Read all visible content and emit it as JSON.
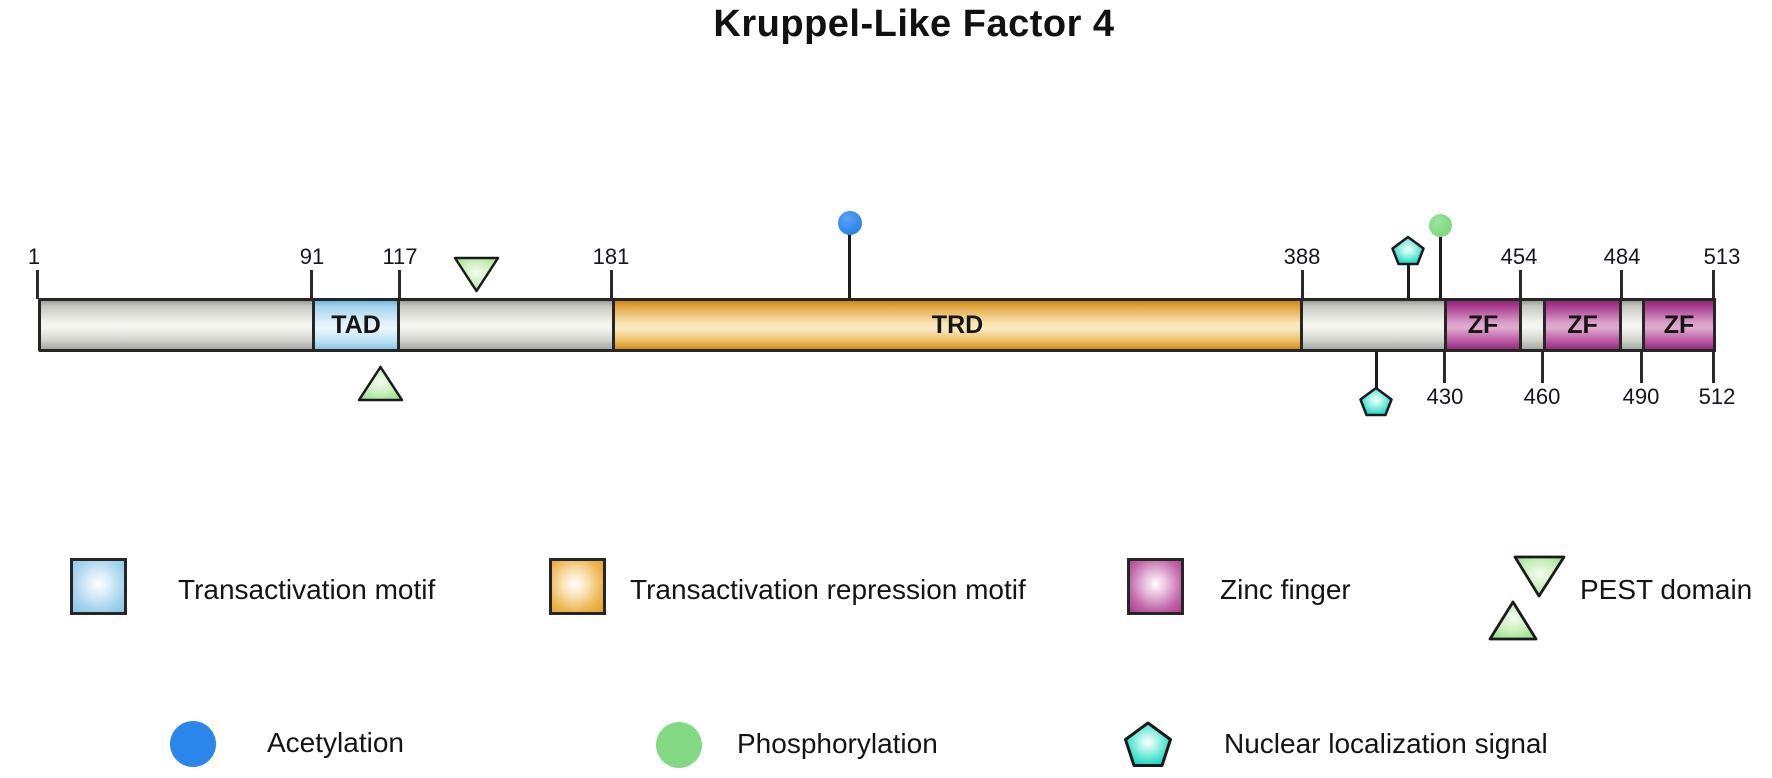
{
  "title": "Kruppel-Like Factor 4",
  "protein_bar": {
    "ticks_top": [
      "1",
      "91",
      "117",
      "181",
      "388",
      "454",
      "484",
      "513"
    ],
    "ticks_bottom": [
      "430",
      "460",
      "490",
      "512"
    ],
    "domains": [
      {
        "label": "TAD",
        "name": "Transactivation motif",
        "start": 91,
        "end": 117
      },
      {
        "label": "TRD",
        "name": "Transactivation repression motif",
        "start": 181,
        "end": 388
      },
      {
        "label": "ZF",
        "name": "Zinc finger",
        "start": 430,
        "end": 454
      },
      {
        "label": "ZF",
        "name": "Zinc finger",
        "start": 460,
        "end": 484
      },
      {
        "label": "ZF",
        "name": "Zinc finger",
        "start": 490,
        "end": 512
      }
    ],
    "markers": [
      {
        "type": "Acetylation",
        "shape": "circle",
        "color": "#2e87ea",
        "placement": "above bar within TRD"
      },
      {
        "type": "Phosphorylation",
        "shape": "circle",
        "color": "#84da84",
        "placement": "above bar at 430"
      },
      {
        "type": "Nuclear localization signal",
        "shape": "pentagon",
        "color": "#3adcc8",
        "placement": "above bar between 388 and 430"
      },
      {
        "type": "Nuclear localization signal",
        "shape": "pentagon",
        "color": "#3adcc8",
        "placement": "below bar between 388 and 430"
      },
      {
        "type": "PEST domain",
        "shape": "triangle-down",
        "color": "#b6e9a8",
        "placement": "above bar between 117 and 181"
      },
      {
        "type": "PEST domain",
        "shape": "triangle-up",
        "color": "#b6e9a8",
        "placement": "below bar near 117"
      }
    ]
  },
  "legend": {
    "row1": [
      {
        "swatch": "light-blue-square",
        "label": "Transactivation motif"
      },
      {
        "swatch": "orange-square",
        "label": "Transactivation repression motif"
      },
      {
        "swatch": "purple-square",
        "label": "Zinc finger"
      },
      {
        "swatch": "green-triangles",
        "label": "PEST domain"
      }
    ],
    "row2": [
      {
        "swatch": "blue-circle",
        "label": "Acetylation"
      },
      {
        "swatch": "green-circle",
        "label": "Phosphorylation"
      },
      {
        "swatch": "cyan-pentagon",
        "label": "Nuclear localization signal"
      }
    ]
  },
  "colors": {
    "tad": "#a7d5ee",
    "trd": "#eab854",
    "zinc_finger": "#b5509c",
    "acetylation": "#2e87ea",
    "phosphorylation": "#84da84",
    "nls": "#3adcc8",
    "pest": "#b6e9a8"
  }
}
